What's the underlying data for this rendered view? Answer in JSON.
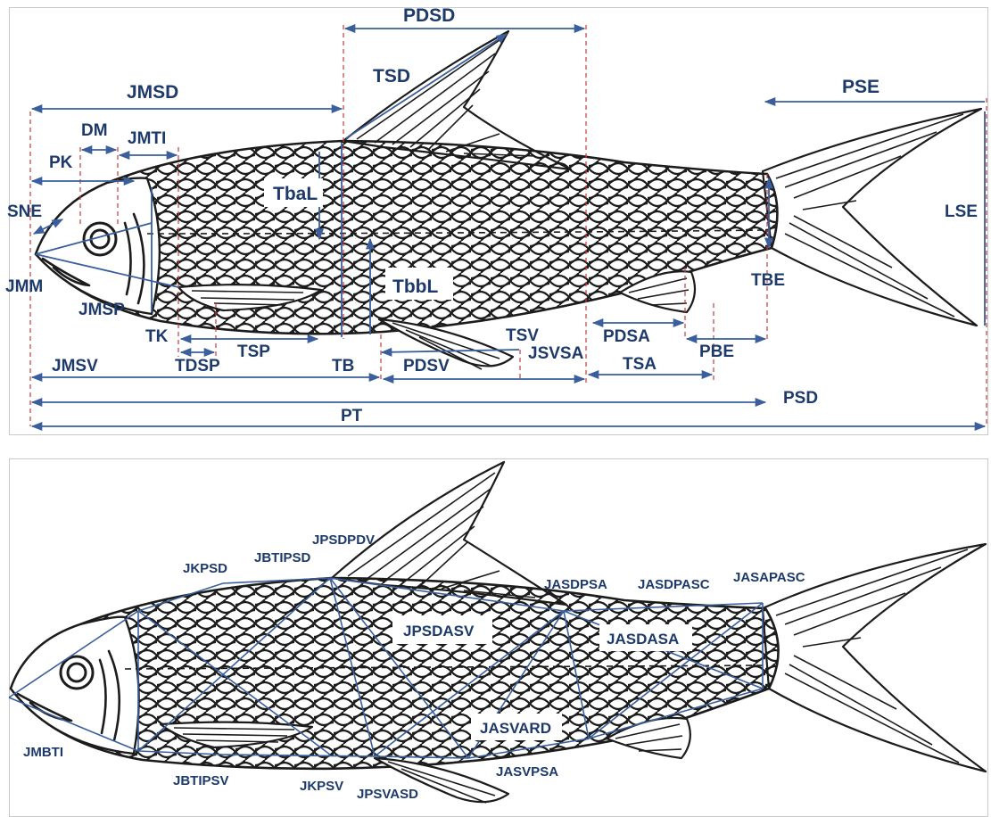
{
  "top_panel": {
    "labels": {
      "pdsd": "PDSD",
      "tsd": "TSD",
      "jmsd": "JMSD",
      "pse": "PSE",
      "dm": "DM",
      "jmti": "JMTI",
      "pk": "PK",
      "tbal": "TbaL",
      "sne": "SNE",
      "lse": "LSE",
      "jmm": "JMM",
      "tbbl": "TbbL",
      "tbe": "TBE",
      "jmsp": "JMSP",
      "tk": "TK",
      "tsv": "TSV",
      "pdsa": "PDSA",
      "tsp": "TSP",
      "jsvsa": "JSVSA",
      "pbe": "PBE",
      "jmsv": "JMSV",
      "tdsp": "TDSP",
      "tb": "TB",
      "pdsv": "PDSV",
      "tsa": "TSA",
      "psd": "PSD",
      "pt": "PT"
    }
  },
  "bottom_panel": {
    "labels": {
      "jpsdpdv": "JPSDPDV",
      "jkpsd": "JKPSD",
      "jbtipsd": "JBTIPSD",
      "jasdpsa": "JASDPSA",
      "jasdpasc": "JASDPASC",
      "jasapasc": "JASAPASC",
      "jpsdasv": "JPSDASV",
      "jasdasa": "JASDASA",
      "jasvard": "JASVARD",
      "jmbti": "JMBTI",
      "jbtipsv": "JBTIPSV",
      "jkpsv": "JKPSV",
      "jpsvasd": "JPSVASD",
      "jasvpsa": "JASVPSA"
    }
  },
  "colors": {
    "measurement_line": "#3a5f9c",
    "guide_line": "#c73b3b",
    "label_text": "#1d3a6b",
    "fish_outline": "#1c1c1c"
  }
}
